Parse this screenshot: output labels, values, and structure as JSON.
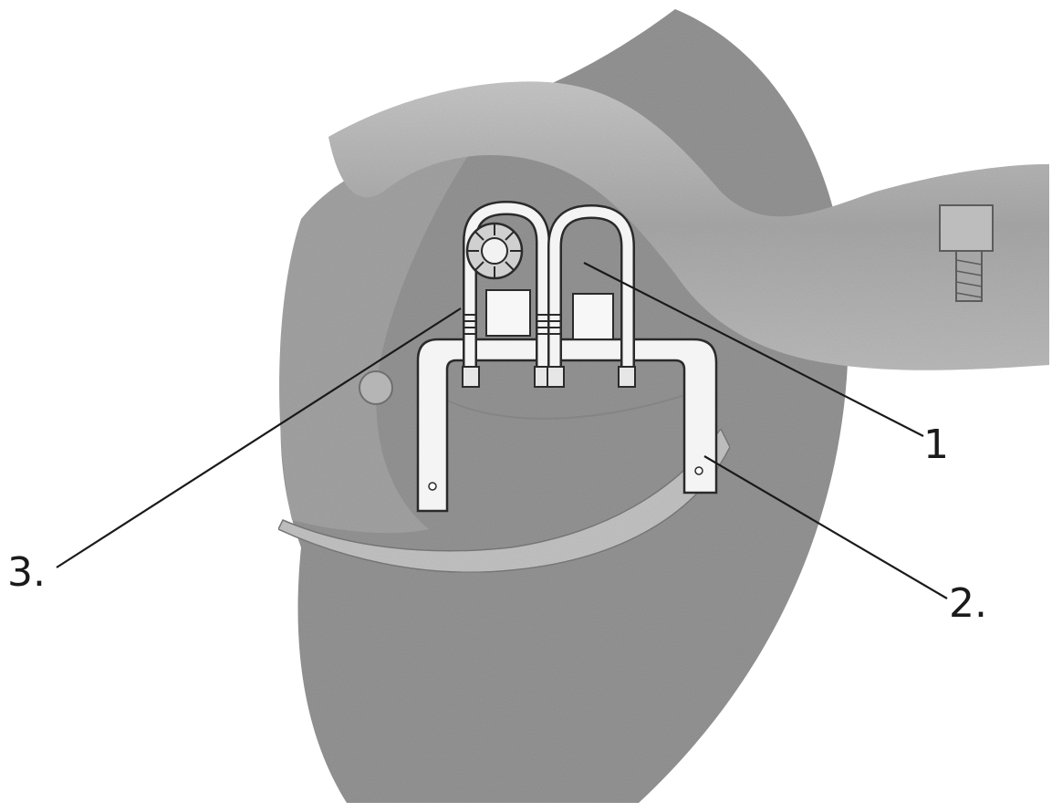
{
  "figure": {
    "callouts": [
      {
        "id": "1",
        "text": "1"
      },
      {
        "id": "2",
        "text": "2."
      },
      {
        "id": "3",
        "text": "3."
      }
    ]
  },
  "colors": {
    "paper": "#ffffff",
    "pencil_dark": "#8a8a8a",
    "pencil_mid": "#9e9e9e",
    "pencil_light": "#b8b8b8",
    "metal_highlight": "#f4f4f4",
    "ink": "#1a1a1a"
  }
}
